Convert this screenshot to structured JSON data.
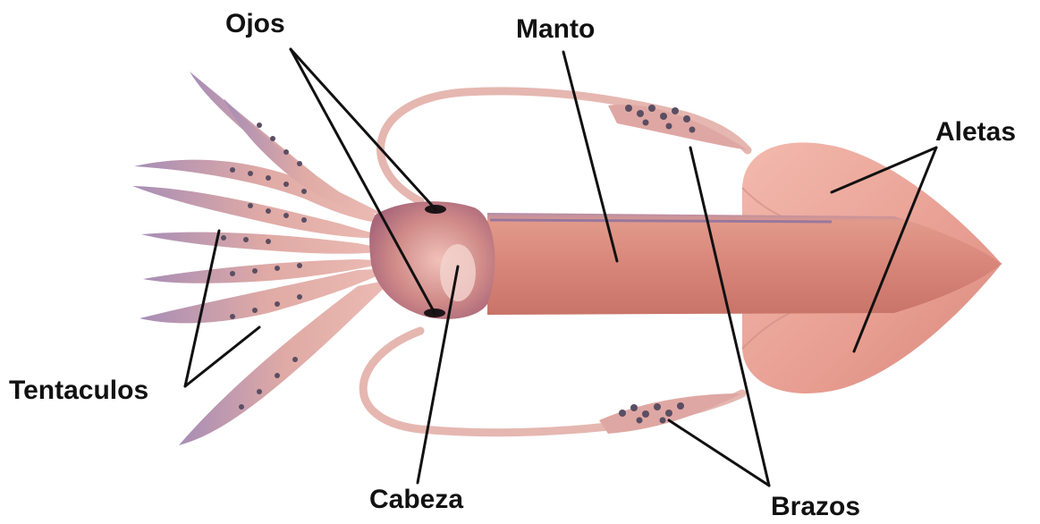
{
  "labels": {
    "ojos": "Ojos",
    "manto": "Manto",
    "aletas": "Aletas",
    "tentaculos": "Tentaculos",
    "cabeza": "Cabeza",
    "brazos": "Brazos"
  },
  "colors": {
    "body": "#d9867a",
    "body_shadow": "#b8665c",
    "fin": "#eeaca1",
    "head": "#c97d82",
    "arm": "#e7b3ad",
    "sucker": "#5a4e63",
    "leader_line": "#111111",
    "background": "#ffffff"
  }
}
